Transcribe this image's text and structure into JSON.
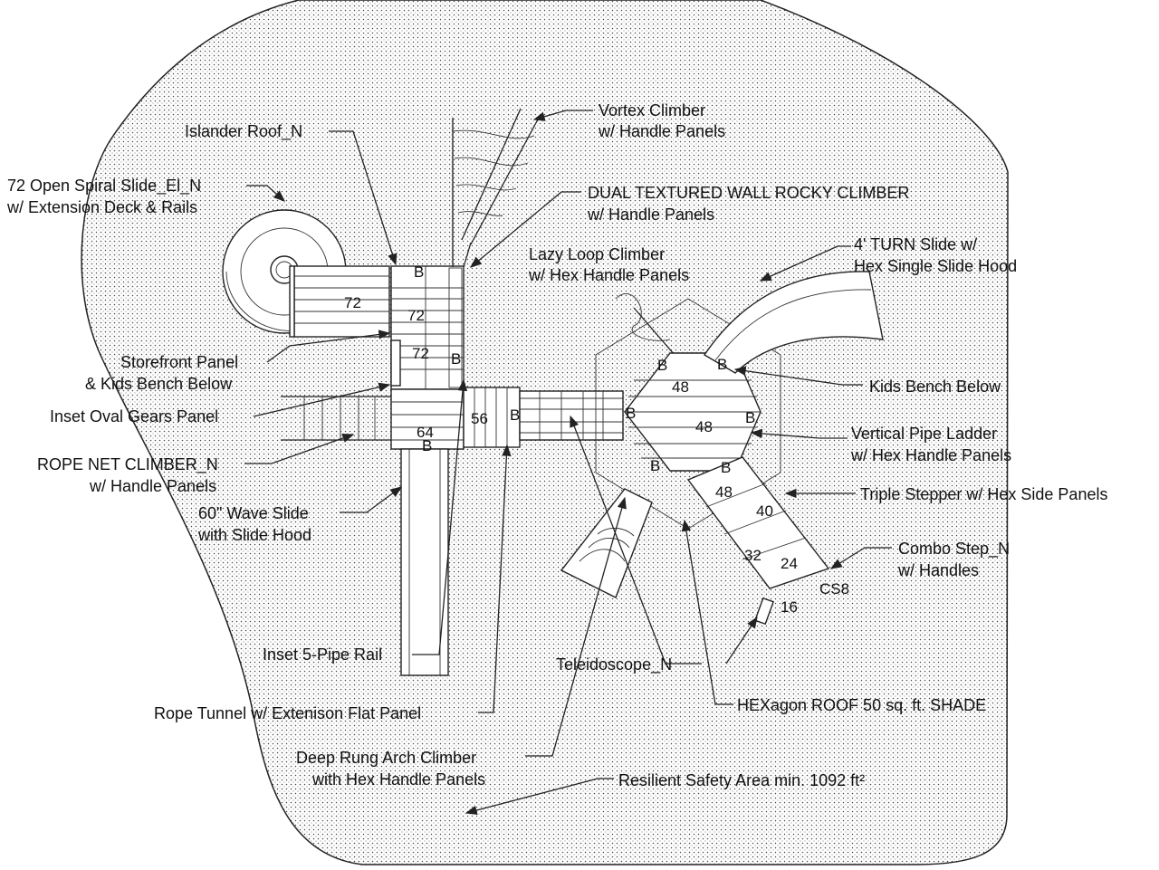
{
  "labels": {
    "islander_roof": "Islander Roof_N",
    "spiral_slide": [
      "72 Open Spiral Slide_El_N",
      "w/ Extension Deck & Rails"
    ],
    "vortex_climber": [
      "Vortex Climber",
      "w/ Handle Panels"
    ],
    "rocky_climber": [
      "DUAL TEXTURED WALL ROCKY CLIMBER",
      "w/ Handle Panels"
    ],
    "lazy_loop": [
      "Lazy Loop Climber",
      "w/ Hex Handle Panels"
    ],
    "turn_slide": [
      "4' TURN Slide w/",
      "Hex Single Slide Hood"
    ],
    "storefront": [
      "Storefront Panel",
      "& Kids Bench Below"
    ],
    "kids_bench": "Kids Bench Below",
    "oval_gears": "Inset Oval Gears Panel",
    "pipe_ladder": [
      "Vertical Pipe Ladder",
      "w/ Hex Handle Panels"
    ],
    "rope_net": [
      "ROPE NET CLIMBER_N",
      "w/ Handle Panels"
    ],
    "triple_stepper": "Triple Stepper w/ Hex Side Panels",
    "wave_slide": [
      "60\" Wave Slide",
      "with Slide Hood"
    ],
    "combo_step": [
      "Combo Step_N",
      "w/ Handles"
    ],
    "pipe_rail": "Inset 5-Pipe Rail",
    "teleidoscope": "Teleidoscope_N",
    "hex_roof": "HEXagon ROOF 50 sq. ft. SHADE",
    "rope_tunnel": "Rope Tunnel w/ Extenison Flat Panel",
    "arch_climber": [
      "Deep Rung Arch Climber",
      "with Hex Handle Panels"
    ],
    "safety_area": "Resilient Safety Area min. 1092 ft²"
  },
  "deck_heights": {
    "ext_deck": "72",
    "tower_upper": "72",
    "tower_lower": "72",
    "tower_front": "64",
    "bridge_deck": "56",
    "hex_top": "48",
    "hex_center": "48",
    "stepper_top": "48",
    "step_40": "40",
    "step_32": "32",
    "step_24": "24",
    "step_16": "16",
    "combo_step_code": "CS8"
  },
  "bench_marker": "B",
  "colors": {
    "ink": "#222222",
    "safety_area_stipple": "#444444",
    "background": "#ffffff"
  }
}
